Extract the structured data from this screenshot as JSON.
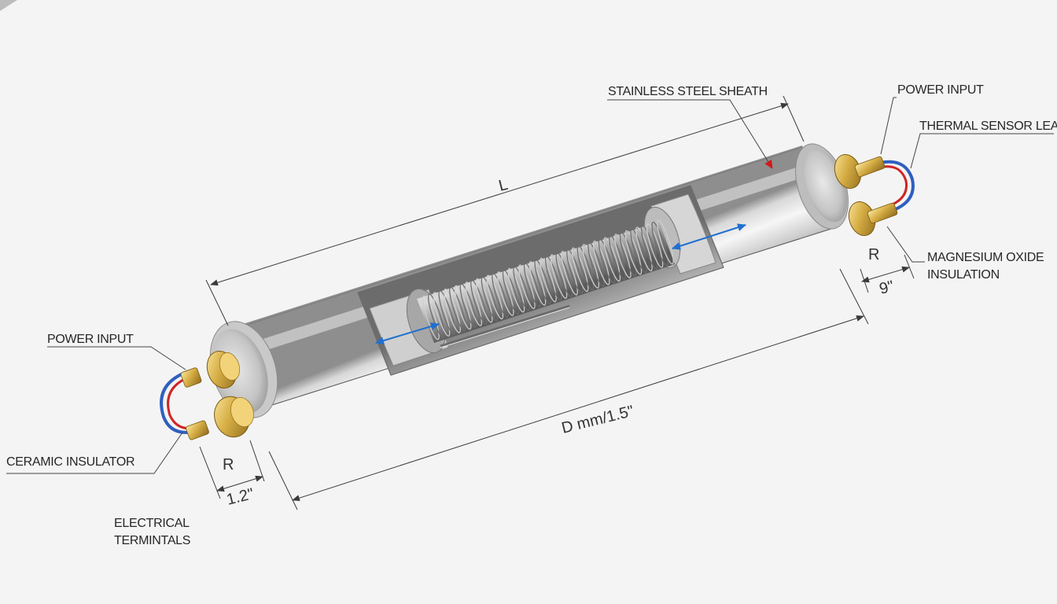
{
  "labels": {
    "stainless_steel_sheath": "STAINLESS STEEL SHEATH",
    "power_input_right": "POWER INPUT",
    "thermal_sensor_lead": "THERMAL SENSOR LEAD",
    "magnesium_oxide_line1": "MAGNESIUM OXIDE",
    "magnesium_oxide_line2": "INSULATION",
    "power_input_left": "POWER INPUT",
    "ceramic_insulator": "CERAMIC INSULATOR",
    "electrical_terminals_line1": "ELECTRICAL",
    "electrical_terminals_line2": "TERMINTALS"
  },
  "dimensions": {
    "length": "L",
    "diameter": "D mm/1.5\"",
    "radius_right": "R",
    "radius_right_value": "9\"",
    "radius_left": "R",
    "radius_left_value": "1.2\""
  },
  "colors": {
    "sheath_highlight": "#f2f2f2",
    "sheath_shadow": "#7b7b7b",
    "brass": "#d2a93c",
    "wire_red": "#d02424",
    "wire_blue": "#2f5fbf",
    "arrow_blue": "#1f6fd0",
    "arrow_red": "#d01818"
  }
}
